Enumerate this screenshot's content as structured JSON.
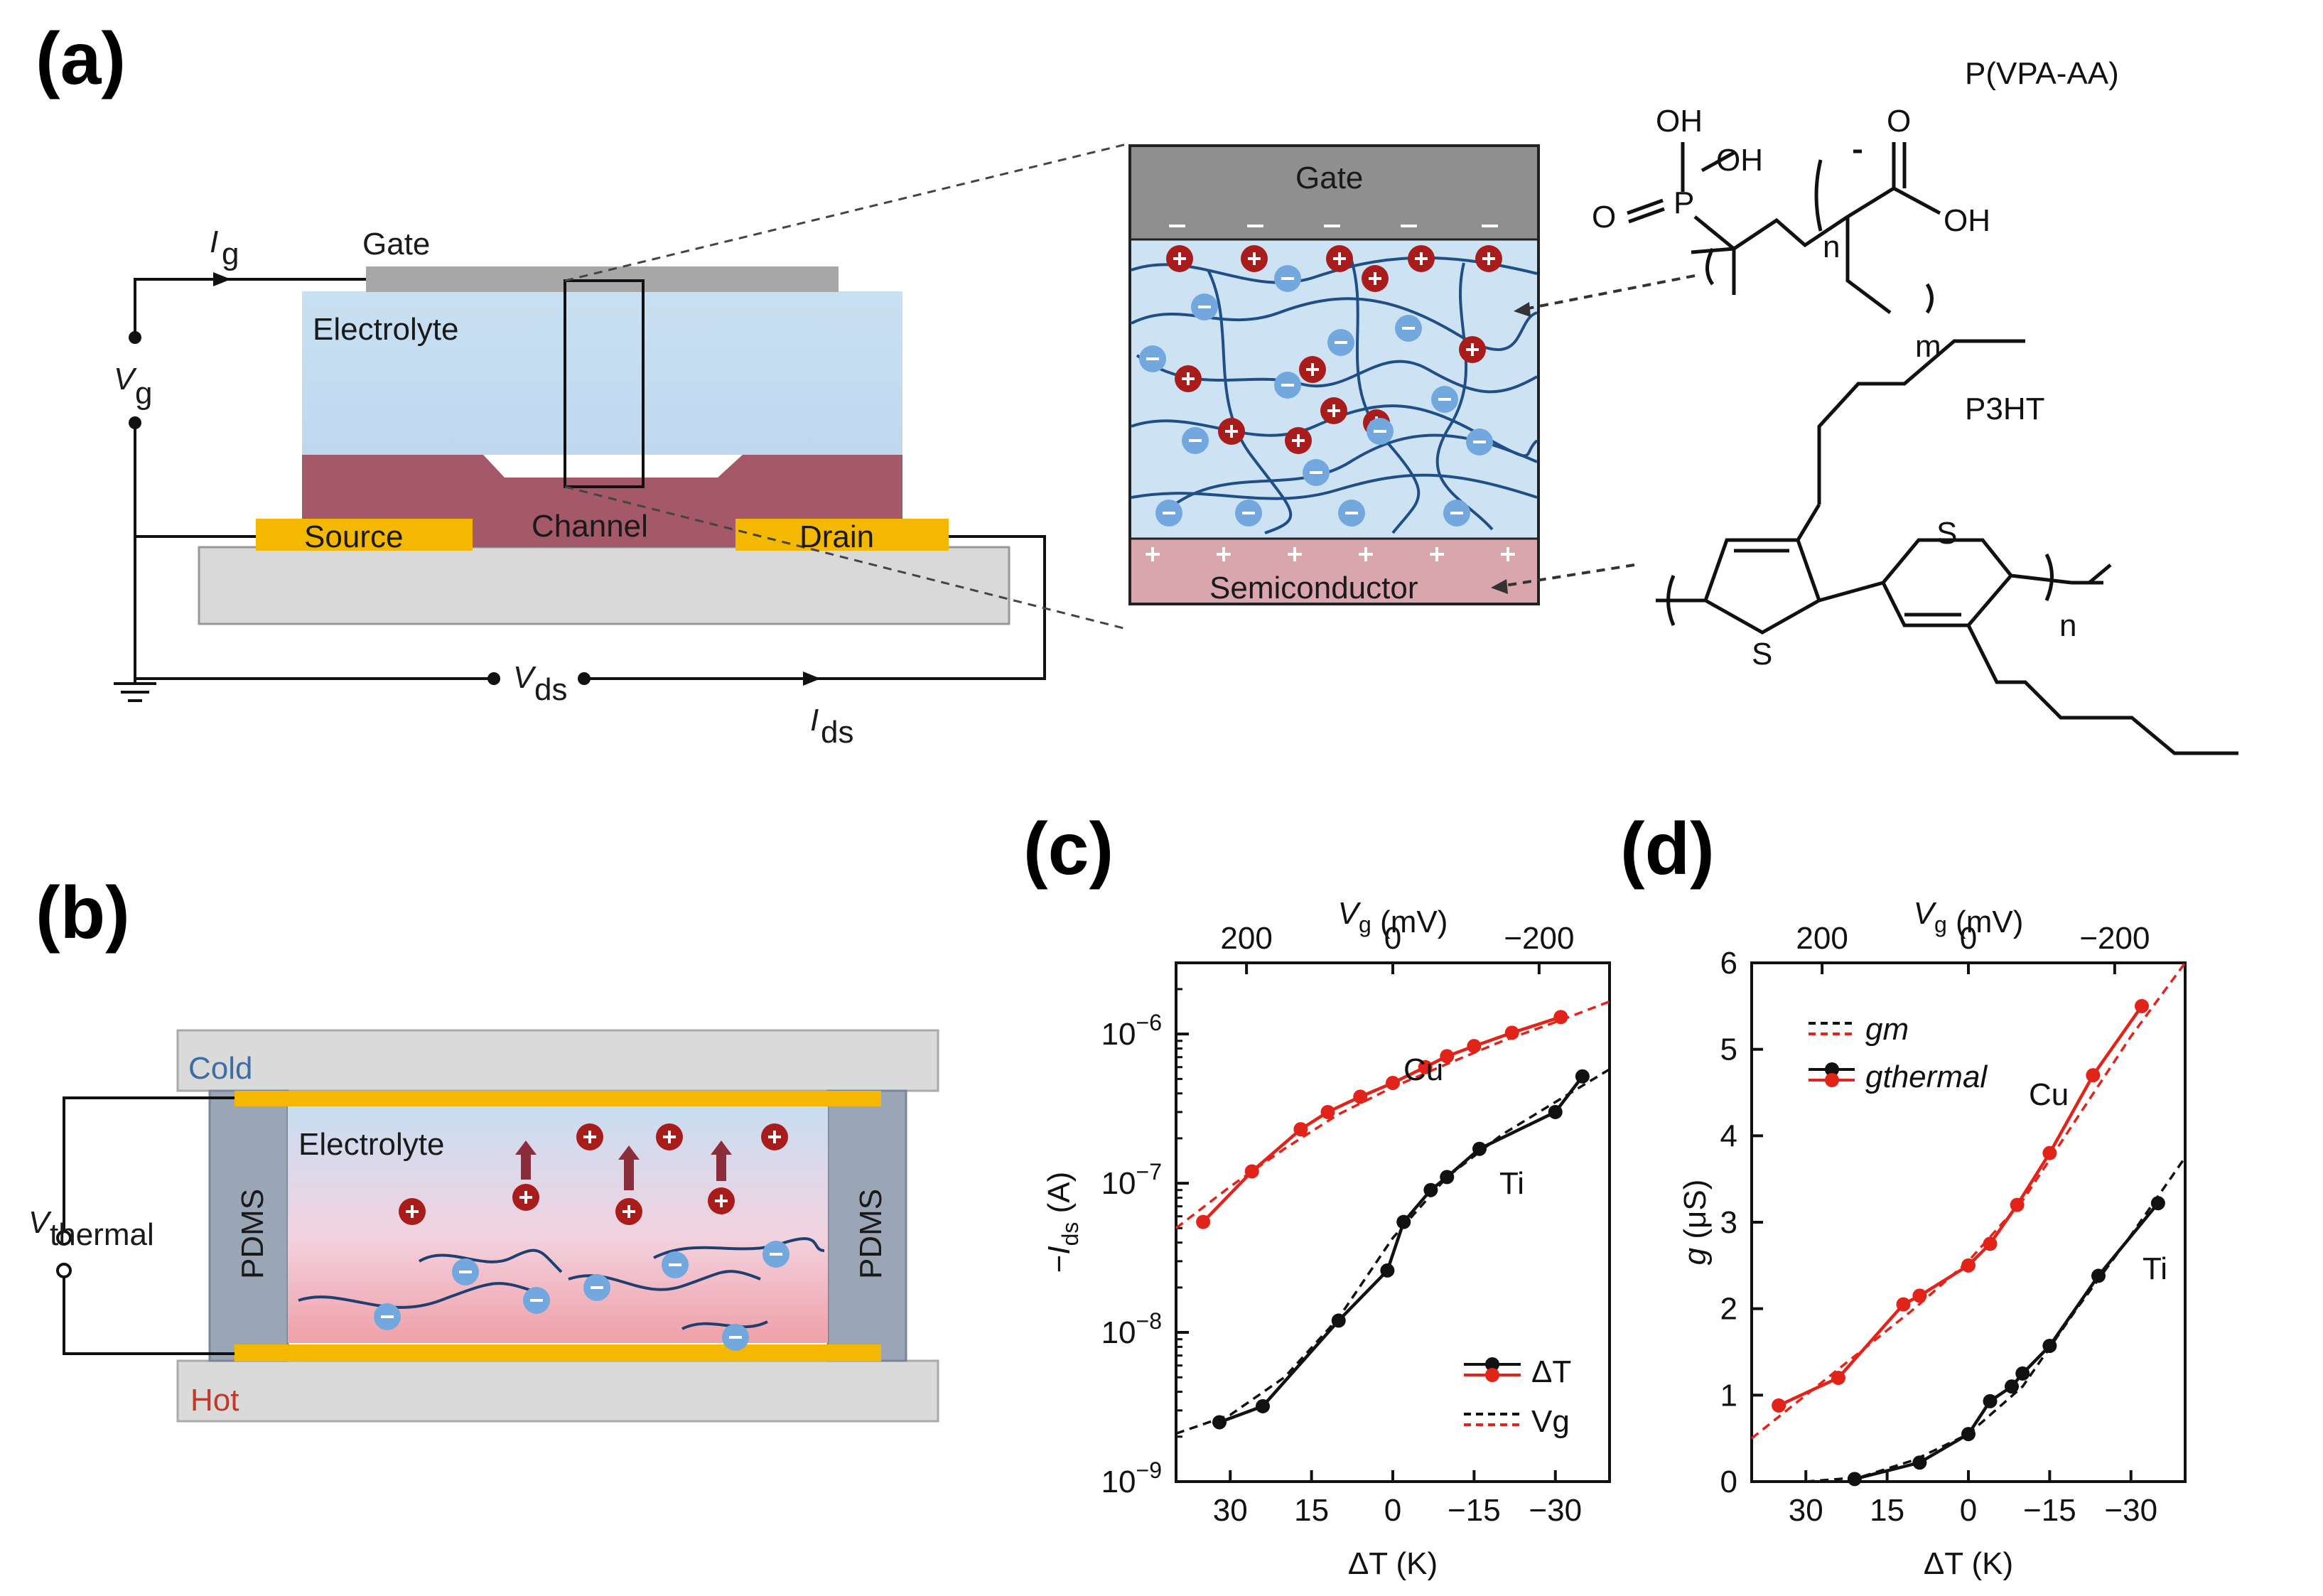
{
  "panels": {
    "a": "(a)",
    "b": "(b)",
    "c": "(c)",
    "d": "(d)"
  },
  "panel_a": {
    "gate": "Gate",
    "electrolyte": "Electrolyte",
    "channel": "Channel",
    "source": "Source",
    "drain": "Drain",
    "ig_main": "I",
    "ig_sub": "g",
    "vg_main": "V",
    "vg_sub": "g",
    "vds_main": "V",
    "vds_sub": "ds",
    "ids_main": "I",
    "ids_sub": "ds",
    "zoom_gate": "Gate",
    "zoom_semiconductor": "Semiconductor",
    "polymer1_name": "P(VPA-AA)",
    "polymer2_name": "P3HT",
    "chem": {
      "oh1": "OH",
      "oh2": "OH",
      "o1": "O",
      "p": "P",
      "o2": "O",
      "oh3": "OH",
      "n1": "n",
      "m": "m",
      "s1": "S",
      "s2": "S",
      "n2": "n"
    }
  },
  "panel_b": {
    "cold": "Cold",
    "hot": "Hot",
    "electrolyte": "Electrolyte",
    "pdms_left": "PDMS",
    "pdms_right": "PDMS",
    "vthermal_main": "V",
    "vthermal_sub": "thermal"
  },
  "colors": {
    "electrolyte": "#c5dcef",
    "channel": "#a45868",
    "metal": "#f5b800",
    "gate": "#a7a7a7",
    "substrate": "#d9d9d9",
    "cation": "#a81c1c",
    "anion": "#72a8dd",
    "polymer_chain": "#1f4f86",
    "cold_text": "#3b6ea5",
    "hot_text": "#c0392b",
    "series_cu": "#e2231a",
    "series_ti": "#111111"
  },
  "chart_data": [
    {
      "type": "line",
      "panel": "(c)",
      "xlabel": "ΔT (K)",
      "x2label": "Vg (mV)",
      "ylabel": "−Ids (A)",
      "yscale": "log",
      "xlim": [
        40,
        -40
      ],
      "ylim": [
        1e-09,
        3e-06
      ],
      "x_ticks": [
        "30",
        "15",
        "0",
        "−15",
        "−30"
      ],
      "x2_ticks": [
        "200",
        "0",
        "−200"
      ],
      "y_ticks": [
        "10−9",
        "10−8",
        "10−7",
        "10−6"
      ],
      "legend": {
        "position": "bottom-right",
        "entries": [
          "ΔT",
          "Vg"
        ]
      },
      "annotations": [
        "Cu",
        "Ti"
      ],
      "series": [
        {
          "name": "Cu",
          "color": "#e2231a",
          "x": [
            35,
            26,
            17,
            12,
            6,
            0,
            -6,
            -10,
            -15,
            -22,
            -31
          ],
          "y": [
            5.5e-08,
            1.2e-07,
            2.3e-07,
            3e-07,
            3.8e-07,
            4.7e-07,
            6e-07,
            7.1e-07,
            8.3e-07,
            1.02e-06,
            1.3e-06
          ]
        },
        {
          "name": "Ti",
          "color": "#111111",
          "x": [
            32,
            24,
            10,
            1,
            -2,
            -7,
            -10,
            -16,
            -30,
            -35
          ],
          "y": [
            2.5e-09,
            3.2e-09,
            1.2e-08,
            2.6e-08,
            5.5e-08,
            9e-08,
            1.1e-07,
            1.7e-07,
            3e-07,
            5.2e-07
          ]
        },
        {
          "name": "Vg fit Cu",
          "dashed": true,
          "color": "#e2231a",
          "x": [
            40,
            30,
            20,
            10,
            0,
            -10,
            -20,
            -30,
            -40
          ],
          "y": [
            5e-08,
            9.5e-08,
            1.7e-07,
            2.9e-07,
            4.4e-07,
            6.3e-07,
            8.9e-07,
            1.2e-06,
            1.65e-06
          ]
        },
        {
          "name": "Vg fit Ti",
          "dashed": true,
          "color": "#111111",
          "x": [
            40,
            30,
            20,
            10,
            0,
            -10,
            -20,
            -30,
            -40
          ],
          "y": [
            2.1e-09,
            2.8e-09,
            5e-09,
            1.25e-08,
            4.3e-08,
            1.1e-07,
            2.1e-07,
            3.5e-07,
            5.8e-07
          ]
        }
      ]
    },
    {
      "type": "line",
      "panel": "(d)",
      "xlabel": "ΔT (K)",
      "x2label": "Vg (mV)",
      "ylabel": "g (μS)",
      "xlim": [
        40,
        -40
      ],
      "ylim": [
        0,
        6
      ],
      "x_ticks": [
        "30",
        "15",
        "0",
        "−15",
        "−30"
      ],
      "x2_ticks": [
        "200",
        "0",
        "−200"
      ],
      "y_ticks": [
        "0",
        "1",
        "2",
        "3",
        "4",
        "5",
        "6"
      ],
      "legend": {
        "position": "top-left",
        "entries": [
          "gm",
          "gthermal"
        ]
      },
      "annotations": [
        "Cu",
        "Ti"
      ],
      "series": [
        {
          "name": "Cu",
          "color": "#e2231a",
          "x": [
            35,
            24,
            12,
            9,
            0,
            -4,
            -9,
            -15,
            -23,
            -32
          ],
          "y": [
            0.88,
            1.2,
            2.05,
            2.15,
            2.5,
            2.75,
            3.2,
            3.8,
            4.7,
            5.5
          ]
        },
        {
          "name": "Ti",
          "color": "#111111",
          "x": [
            21,
            9,
            0,
            -4,
            -8,
            -10,
            -15,
            -24,
            -35
          ],
          "y": [
            0.03,
            0.22,
            0.55,
            0.93,
            1.1,
            1.25,
            1.57,
            2.38,
            3.22
          ]
        },
        {
          "name": "gm fit Cu",
          "dashed": true,
          "color": "#e2231a",
          "x": [
            40,
            30,
            20,
            10,
            0,
            -10,
            -20,
            -30,
            -40
          ],
          "y": [
            0.5,
            1.0,
            1.5,
            2.0,
            2.55,
            3.25,
            4.2,
            5.15,
            6.0
          ]
        },
        {
          "name": "gm fit Ti",
          "dashed": true,
          "color": "#111111",
          "x": [
            30,
            20,
            10,
            0,
            -10,
            -20,
            -30,
            -40
          ],
          "y": [
            0.0,
            0.05,
            0.25,
            0.55,
            1.1,
            2.0,
            2.85,
            3.75
          ]
        }
      ]
    }
  ]
}
